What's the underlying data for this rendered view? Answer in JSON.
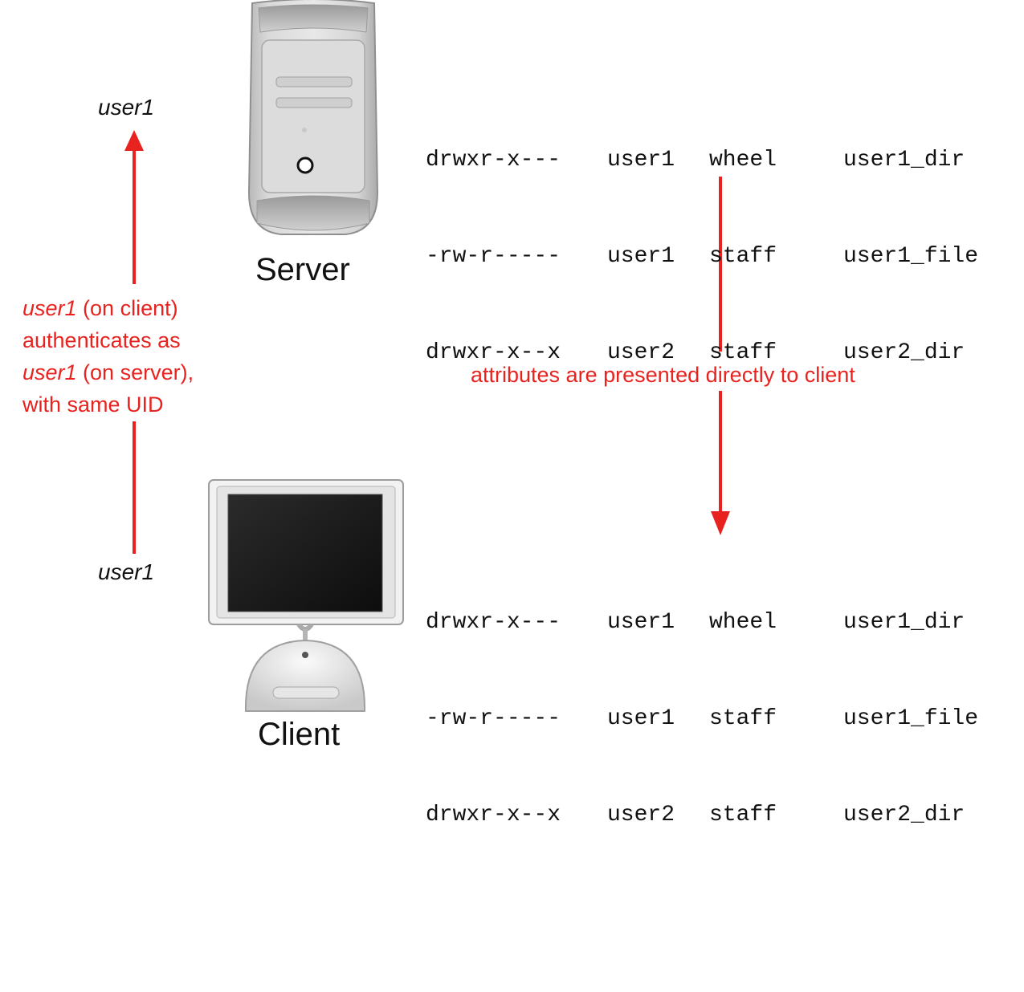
{
  "colors": {
    "accent_red": "#e8231f",
    "text": "#111111",
    "background": "#ffffff"
  },
  "server": {
    "label": "Server",
    "icon": "server-tower-icon"
  },
  "client": {
    "label": "Client",
    "icon": "imac-client-icon"
  },
  "users": {
    "top": "user1",
    "bottom": "user1"
  },
  "auth_note": {
    "lines": [
      {
        "italic": "user1",
        "rest": " (on client)"
      },
      {
        "italic": "",
        "rest": "authenticates as"
      },
      {
        "italic": "user1",
        "rest": " (on server),"
      },
      {
        "italic": "",
        "rest": "with same UID"
      }
    ]
  },
  "attributes_note": "attributes are presented directly to client",
  "server_listing": [
    {
      "mode": "drwxr-x---",
      "owner": "user1",
      "group": "wheel",
      "name": "user1_dir"
    },
    {
      "mode": "-rw-r-----",
      "owner": "user1",
      "group": "staff",
      "name": "user1_file"
    },
    {
      "mode": "drwxr-x--x",
      "owner": "user2",
      "group": "staff",
      "name": "user2_dir"
    }
  ],
  "client_listing": [
    {
      "mode": "drwxr-x---",
      "owner": "user1",
      "group": "wheel",
      "name": "user1_dir"
    },
    {
      "mode": "-rw-r-----",
      "owner": "user1",
      "group": "staff",
      "name": "user1_file"
    },
    {
      "mode": "drwxr-x--x",
      "owner": "user2",
      "group": "staff",
      "name": "user2_dir"
    }
  ]
}
